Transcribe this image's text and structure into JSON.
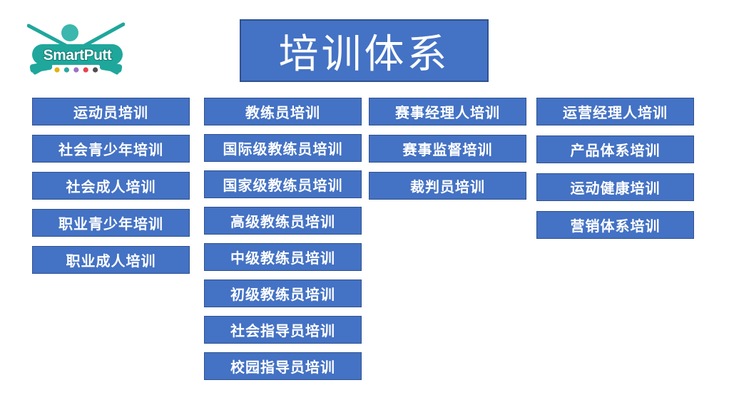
{
  "logo": {
    "brand": "SmartPutt",
    "dots": [
      "#E3B20F",
      "#2AA79D",
      "#9C71C6",
      "#E8404E",
      "#4E4E50"
    ]
  },
  "theme": {
    "box_fill": "#4472C4",
    "box_border": "#2F528F",
    "box_text": "#FFFFFF",
    "logo_teal": "#1FA79C",
    "logo_ball": "#3BB7AE"
  },
  "title": "培训体系",
  "columns": [
    {
      "id": "athlete-training",
      "items": [
        "运动员培训",
        "社会青少年培训",
        "社会成人培训",
        "职业青少年培训",
        "职业成人培训"
      ]
    },
    {
      "id": "coach-training",
      "items": [
        "教练员培训",
        "国际级教练员培训",
        "国家级教练员培训",
        "高级教练员培训",
        "中级教练员培训",
        "初级教练员培训",
        "社会指导员培训",
        "校园指导员培训"
      ]
    },
    {
      "id": "event-training",
      "items": [
        "赛事经理人培训",
        "赛事监督培训",
        "裁判员培训"
      ]
    },
    {
      "id": "operations-training",
      "items": [
        "运营经理人培训",
        "产品体系培训",
        "运动健康培训",
        "营销体系培训"
      ]
    }
  ]
}
